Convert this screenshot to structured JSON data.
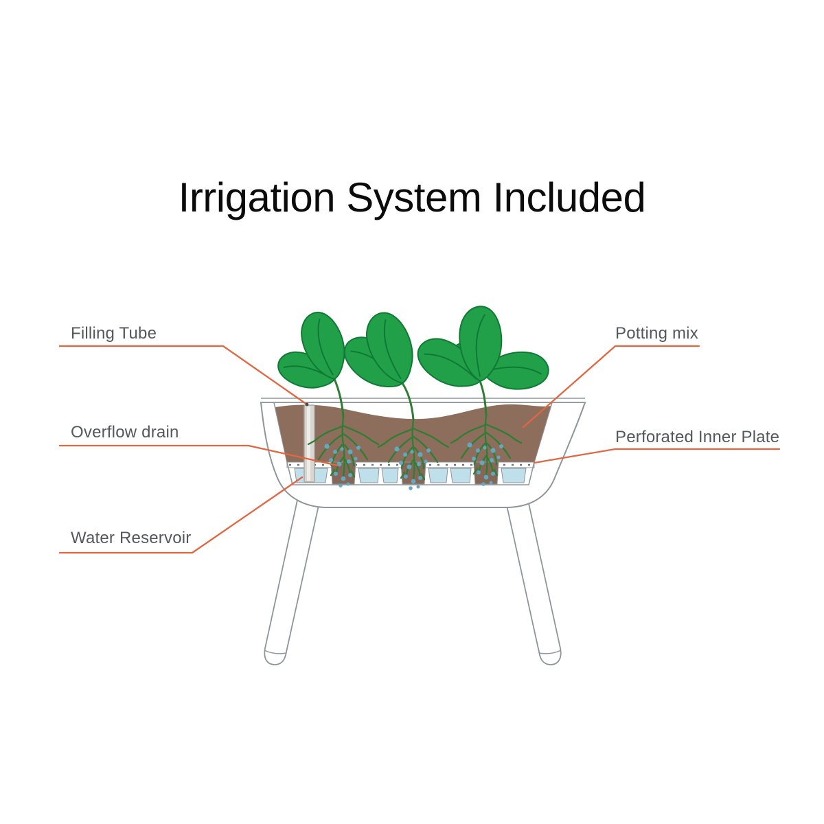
{
  "title": {
    "text": "Irrigation System Included"
  },
  "callouts": {
    "filling_tube": {
      "label": "Filling Tube"
    },
    "overflow_drain": {
      "label": "Overflow drain"
    },
    "water_reservoir": {
      "label": "Water Reservoir"
    },
    "potting_mix": {
      "label": "Potting mix"
    },
    "perforated_inner_plate": {
      "label": "Perforated Inner Plate"
    }
  },
  "diagram": {
    "plant_count": 3
  },
  "colors": {
    "accent_orange": "#E06741",
    "label_text": "#54585C",
    "title_text": "#0B0B0B",
    "leaf_green": "#22A049",
    "leaf_outline": "#0E7A33",
    "root_green": "#2F7D33",
    "soil_brown": "#8D6E5C",
    "pocket_brown": "#846757",
    "reservoir_blue": "#BFE0EB",
    "droplet_blue": "#64A7BE",
    "outline_gray": "#8F959A",
    "hatch_gray": "#A7ACB0",
    "tube_gray": "#D9D6D1",
    "background": "#FFFFFF"
  }
}
